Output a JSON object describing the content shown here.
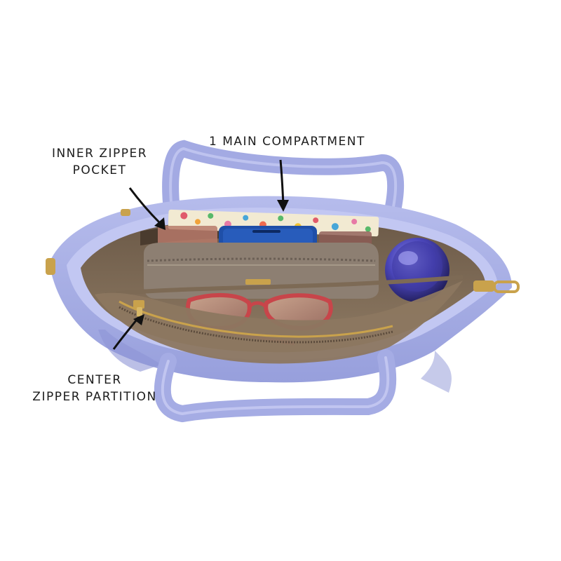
{
  "annotations": {
    "main_compartment": "1 MAIN COMPARTMENT",
    "inner_zipper_pocket": [
      "INNER ZIPPER",
      "POCKET"
    ],
    "center_zipper_partition": [
      "CENTER",
      "ZIPPER PARTITION"
    ]
  },
  "colors": {
    "background": "#ffffff",
    "bag_lavender": "#a7aee6",
    "bag_shadow": "#8a92d1",
    "lining_taupe": "#8c7964",
    "lining_dark": "#5b4b3c",
    "zipper_gold": "#c9a24c",
    "arrow": "#111111"
  },
  "scene_items": [
    "bag",
    "wallet",
    "phone",
    "notebook",
    "sunglasses",
    "tumbler"
  ]
}
